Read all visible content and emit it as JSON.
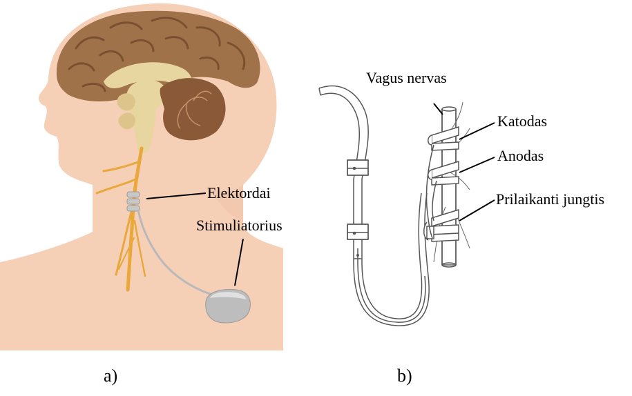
{
  "panel_a": {
    "caption": "a)",
    "labels": {
      "electrodes": "Elektordai",
      "stimulator": "Stimuliatorius"
    }
  },
  "panel_b": {
    "caption": "b)",
    "labels": {
      "vagus_nerve": "Vagus nervas",
      "cathode": "Katodas",
      "anode": "Anodas",
      "anchor": "Prilaikanti jungtis"
    }
  },
  "colors": {
    "skin": "#f6cfb7",
    "brain": "#a0724a",
    "brain_dark": "#7a5030",
    "cerebellum": "#8a5a38",
    "nerve": "#e9a83a",
    "brainstem": "#e8d6a0",
    "device": "#bdbdbd",
    "lead_wire": "#b9b9b9",
    "line_art": "#555555"
  }
}
